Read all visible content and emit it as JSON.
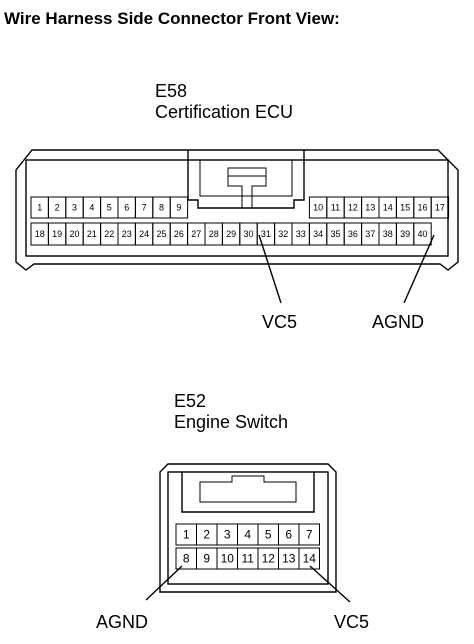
{
  "title": "Wire Harness Side Connector Front View:",
  "connectors": [
    {
      "code": "E58",
      "name": "Certification ECU",
      "row1": [
        "1",
        "2",
        "3",
        "4",
        "5",
        "6",
        "7",
        "8",
        "9",
        "",
        "",
        "",
        "",
        "",
        "",
        "",
        "10",
        "11",
        "12",
        "13",
        "14",
        "15",
        "16",
        "17"
      ],
      "row2": [
        "18",
        "19",
        "20",
        "21",
        "22",
        "23",
        "24",
        "25",
        "26",
        "27",
        "28",
        "29",
        "30",
        "31",
        "32",
        "33",
        "34",
        "35",
        "36",
        "37",
        "38",
        "39",
        "40"
      ],
      "callouts": [
        "VC5",
        "AGND"
      ]
    },
    {
      "code": "E52",
      "name": "Engine Switch",
      "row1": [
        "1",
        "2",
        "3",
        "4",
        "5",
        "6",
        "7"
      ],
      "row2": [
        "8",
        "9",
        "10",
        "11",
        "12",
        "13",
        "14"
      ],
      "callouts": [
        "AGND",
        "VC5"
      ]
    }
  ]
}
